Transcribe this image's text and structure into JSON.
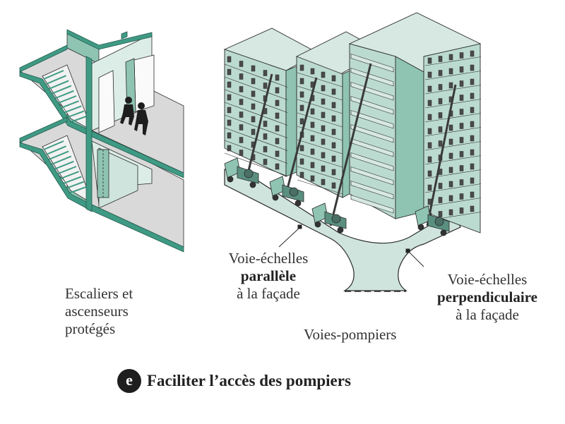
{
  "figure": {
    "caption_badge": "e",
    "caption": "Faciliter l’accès des pompiers",
    "labels": {
      "stairs": [
        "Escaliers et",
        "ascenseurs",
        "protégés"
      ],
      "parallel": {
        "line1": "Voie-échelles",
        "line2": "parallèle",
        "line3": "à la façade"
      },
      "perpendicular": {
        "line1": "Voie-échelles",
        "line2": "perpendiculaire",
        "line3": "à la façade"
      },
      "access_road": "Voies-pompiers"
    },
    "colors": {
      "slab": "#3f9a84",
      "wall_mid": "#8fc4b3",
      "wall_light": "#cfe4dd",
      "floor_grey": "#d9d9d9",
      "road": "#cfe4dd",
      "outline": "#2a2a2a",
      "window": "#4a4a4a"
    }
  }
}
